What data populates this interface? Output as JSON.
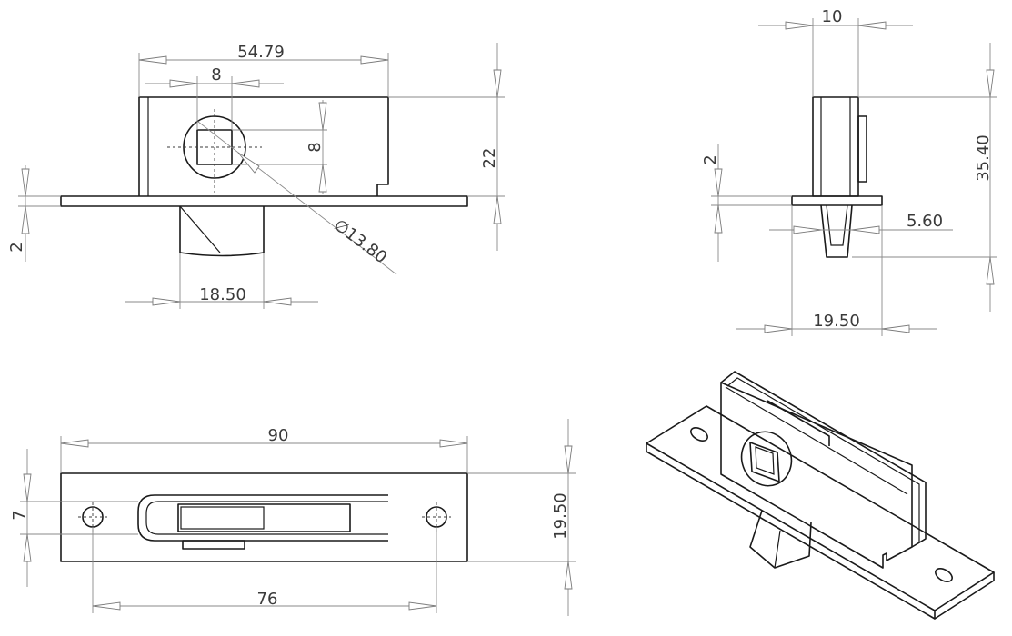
{
  "dimensions": {
    "front_view": {
      "overall_width": "54.79",
      "square_width": "8",
      "square_height": "8",
      "body_height": "22",
      "plate_thickness": "2",
      "hole_diameter": "∅13.80",
      "bolt_width": "18.50"
    },
    "side_view": {
      "body_thickness": "10",
      "plate_thickness": "2",
      "overall_height": "35.40",
      "bolt_width": "5.60",
      "plate_width": "19.50"
    },
    "top_view": {
      "overall_length": "90",
      "slot_width": "7",
      "plate_width": "19.50",
      "hole_spacing": "76"
    }
  }
}
